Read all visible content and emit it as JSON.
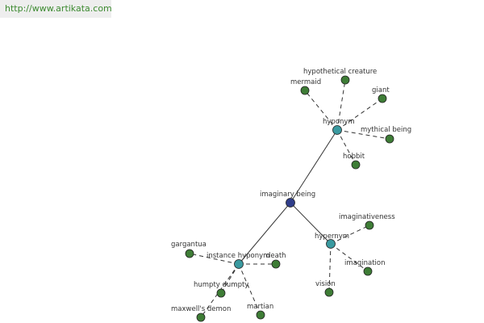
{
  "header": {
    "url": "http://www.artikata.com"
  },
  "colors": {
    "root": "#2f3d8a",
    "relation": "#3a9aa0",
    "leaf": "#3e7d36",
    "edge": "#333333"
  },
  "graph": {
    "nodes": [
      {
        "id": "imaginary-being",
        "label": "imaginary being",
        "kind": "root"
      },
      {
        "id": "hyponym",
        "label": "hyponym",
        "kind": "relation"
      },
      {
        "id": "hypernym",
        "label": "hypernym",
        "kind": "relation"
      },
      {
        "id": "instance-hyponym",
        "label": "instance hyponym",
        "kind": "relation"
      },
      {
        "id": "hypothetical-creature",
        "label": "hypothetical creature",
        "kind": "leaf"
      },
      {
        "id": "mermaid",
        "label": "mermaid",
        "kind": "leaf"
      },
      {
        "id": "giant",
        "label": "giant",
        "kind": "leaf"
      },
      {
        "id": "mythical-being",
        "label": "mythical being",
        "kind": "leaf"
      },
      {
        "id": "hobbit",
        "label": "hobbit",
        "kind": "leaf"
      },
      {
        "id": "imaginativeness",
        "label": "imaginativeness",
        "kind": "leaf"
      },
      {
        "id": "imagination",
        "label": "imagination",
        "kind": "leaf"
      },
      {
        "id": "vision",
        "label": "vision",
        "kind": "leaf"
      },
      {
        "id": "gargantua",
        "label": "gargantua",
        "kind": "leaf"
      },
      {
        "id": "death",
        "label": "death",
        "kind": "leaf"
      },
      {
        "id": "humpty-dumpty",
        "label": "humpty dumpty",
        "kind": "leaf"
      },
      {
        "id": "maxwells-demon",
        "label": "maxwell's demon",
        "kind": "leaf"
      },
      {
        "id": "martian",
        "label": "martian",
        "kind": "leaf"
      }
    ],
    "edges": [
      {
        "from": "imaginary-being",
        "to": "hyponym",
        "style": "solid"
      },
      {
        "from": "imaginary-being",
        "to": "hypernym",
        "style": "solid"
      },
      {
        "from": "imaginary-being",
        "to": "instance-hyponym",
        "style": "solid"
      },
      {
        "from": "hyponym",
        "to": "hypothetical-creature",
        "style": "dashed"
      },
      {
        "from": "hyponym",
        "to": "mermaid",
        "style": "dashed"
      },
      {
        "from": "hyponym",
        "to": "giant",
        "style": "dashed"
      },
      {
        "from": "hyponym",
        "to": "mythical-being",
        "style": "dashed"
      },
      {
        "from": "hyponym",
        "to": "hobbit",
        "style": "dashed"
      },
      {
        "from": "hypernym",
        "to": "imaginativeness",
        "style": "dashed"
      },
      {
        "from": "hypernym",
        "to": "imagination",
        "style": "dashed"
      },
      {
        "from": "hypernym",
        "to": "vision",
        "style": "dashed"
      },
      {
        "from": "instance-hyponym",
        "to": "gargantua",
        "style": "dashed"
      },
      {
        "from": "instance-hyponym",
        "to": "death",
        "style": "dashed"
      },
      {
        "from": "instance-hyponym",
        "to": "humpty-dumpty",
        "style": "dashed"
      },
      {
        "from": "instance-hyponym",
        "to": "maxwells-demon",
        "style": "dashed"
      },
      {
        "from": "instance-hyponym",
        "to": "martian",
        "style": "dashed"
      }
    ]
  }
}
